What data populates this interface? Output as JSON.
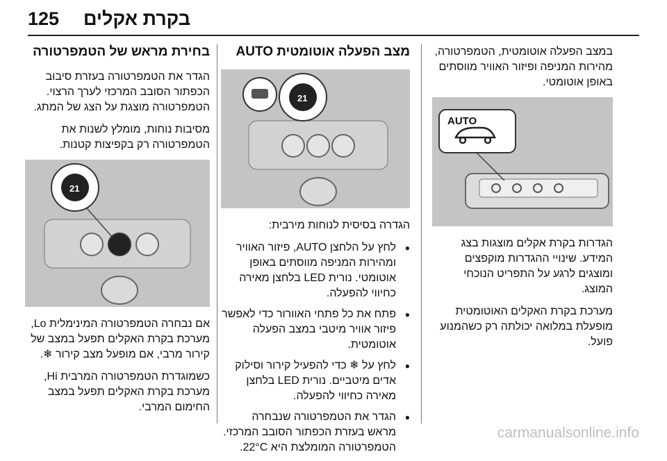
{
  "header": {
    "page_number": "125",
    "section_title": "בקרת אקלים"
  },
  "right_column": {
    "intro": "במצב הפעלה אוטומטית, הטמפרטורה, מהירות המניפה ופיזור האוויר מווסתים באופן אוטומטי.",
    "figure_badge": "AUTO",
    "para1": "הגדרות בקרת אקלים מוצגות בצג המידע. שינויי ההגדרות מוקפצים ומוצגים לרגע על התפריט הנוכחי המוצג.",
    "para2": "מערכת בקרת האקלים האוטומטית מופעלת במלואה יכולתה רק כשהמנוע פועל."
  },
  "middle_column": {
    "title": "מצב הפעלה אוטומטית AUTO",
    "figure_display": "21",
    "subhead": "הגדרה בסיסית לנוחות מירבית:",
    "bullets": [
      "לחץ על הלחצן AUTO, פיזור האוויר ומהירות המניפה מווסתים באופן אוטומטי. נורית LED בלחצן מאירה כחיווי להפעלה.",
      "פתח את כל פתחי האוורור כדי לאפשר פיזור אוויר מיטבי במצב הפעלה אוטומטית.",
      "לחץ על ❄ כדי להפעיל קירור וסילוק אדים מיטביים. נורית LED בלחצן מאירה כחיווי להפעלה.",
      "הגדר את הטמפרטורה שנבחרה מראש בעזרת הכפתור הסובב המרכזי. הטמפרטורה המומלצת היא 22°C."
    ]
  },
  "left_column": {
    "title": "בחירת מראש של הטמפרטורה",
    "para1": "הגדר את הטמפרטורה בעזרת סיבוב הכפתור הסובב המרכזי לערך הרצוי. הטמפרטורה מוצגת על הצג של המתג.",
    "para2": "מסיבות נוחות, מומלץ לשנות את הטמפרטורה רק בקפיצות קטנות.",
    "figure_display": "21",
    "para3": "אם נבחרה הטמפרטורה המינימלית Lo, מערכת בקרת האקלים תפעל במצב של קירור מרבי, אם מופעל מצב קירור ❄.",
    "para4": "כשמוגדרת הטמפרטורה המרבית Hi, מערכת בקרת האקלים תפעל במצב החימום המרבי."
  },
  "footer": {
    "watermark": "carmanualsonline.info"
  }
}
